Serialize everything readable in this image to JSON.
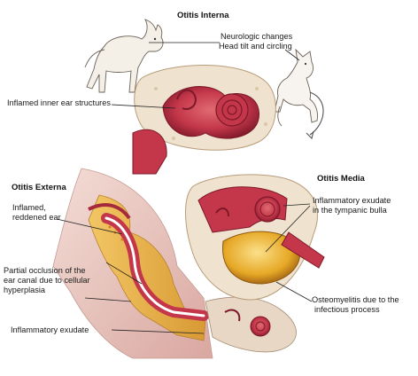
{
  "sections": {
    "interna": {
      "title": "Otitis Interna",
      "labels": {
        "neuro_line1": "Neurologic changes",
        "neuro_line2": "Head tilt and circling",
        "inner_ear": "Inflamed inner ear structures"
      }
    },
    "externa": {
      "title": "Otitis Externa",
      "labels": {
        "inflamed_line1": "Inflamed,",
        "inflamed_line2": "reddened ear",
        "occlusion_line1": "Partial occlusion of the",
        "occlusion_line2": "ear canal  due to cellular",
        "occlusion_line3": "hyperplasia",
        "exudate": "Inflammatory exudate"
      }
    },
    "media": {
      "title": "Otitis Media",
      "labels": {
        "bulla_line1": "Inflammatory exudate",
        "bulla_line2": "in the tympanic bulla",
        "osteo_line1": "Osteomyelitis due to the",
        "osteo_line2": "infectious process"
      }
    }
  },
  "colors": {
    "tissue": "#c4374a",
    "tissue_dark": "#8e1f31",
    "fat": "#e8b04a",
    "bone": "#efe3cf",
    "exudate": "#e6a826",
    "line": "#222222"
  }
}
